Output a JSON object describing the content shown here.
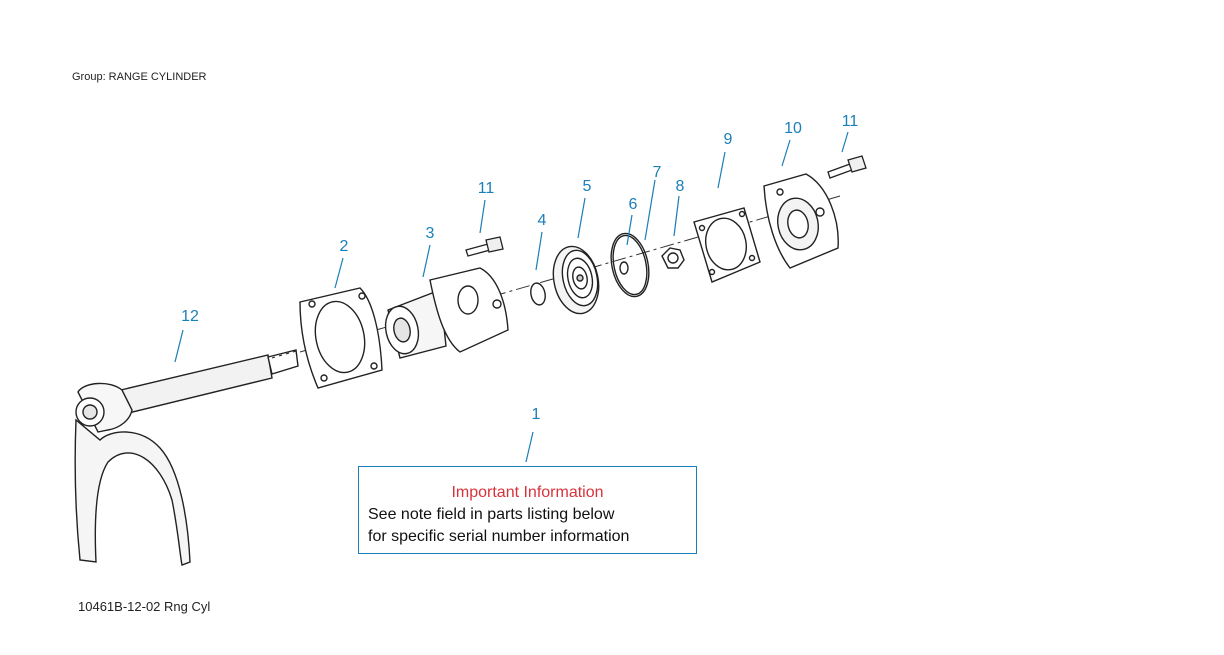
{
  "group_title": "Group: RANGE CYLINDER",
  "callouts": {
    "c1": "1",
    "c2": "2",
    "c3": "3",
    "c4": "4",
    "c5": "5",
    "c6": "6",
    "c7": "7",
    "c8": "8",
    "c9": "9",
    "c10": "10",
    "c11a": "11",
    "c11b": "11",
    "c12": "12"
  },
  "info_box": {
    "title": "Important Information",
    "line1": "See note field in parts listing below",
    "line2": "for specific serial number information"
  },
  "figure_id": "10461B-12-02 Rng Cyl",
  "colors": {
    "callout": "#1a7fb8",
    "important": "#d6343a",
    "line": "#333333"
  }
}
